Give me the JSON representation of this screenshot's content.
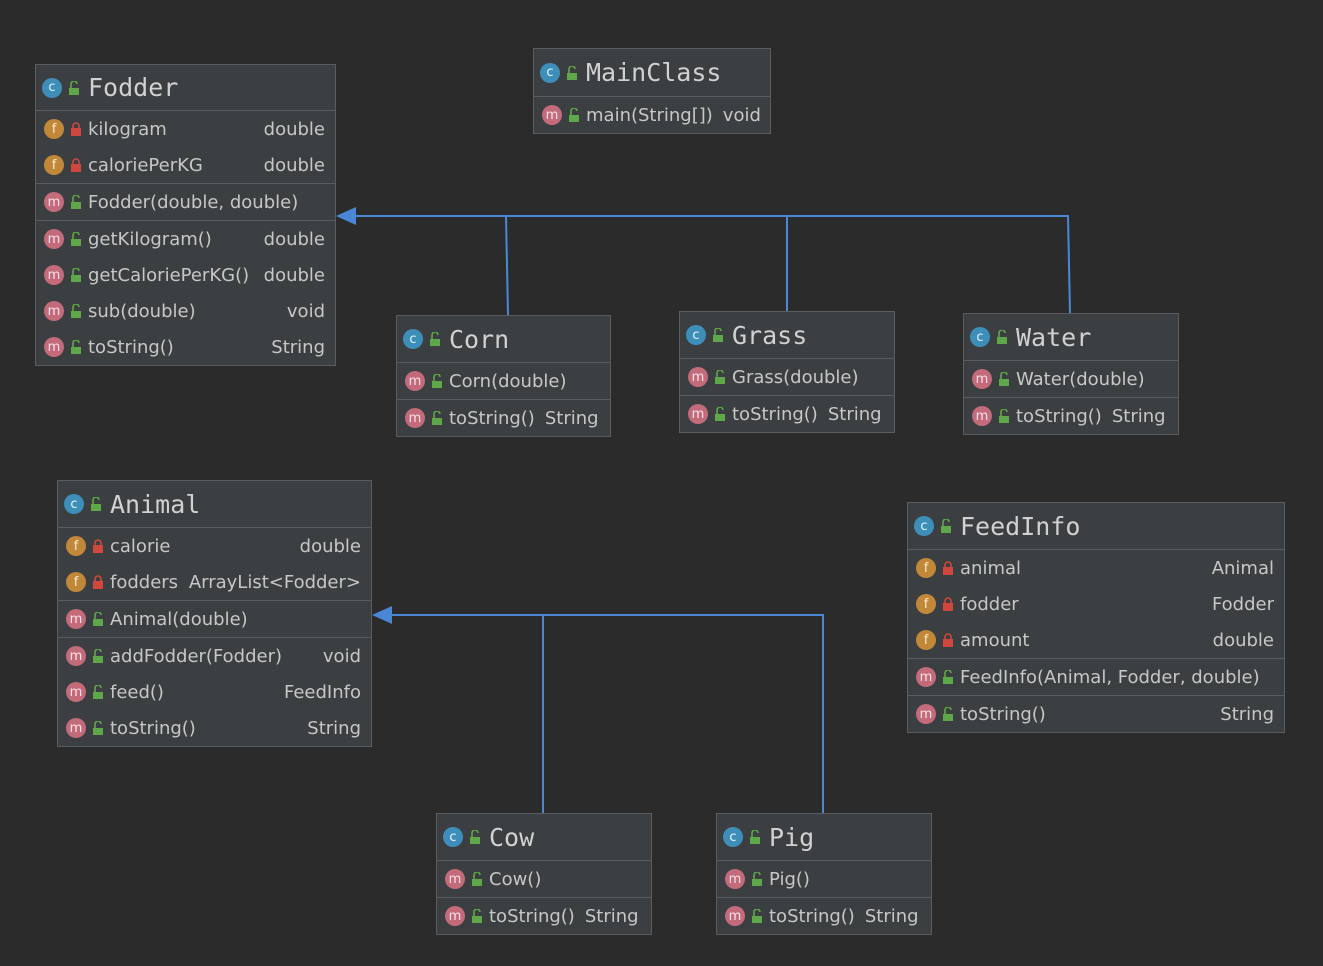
{
  "colors": {
    "background": "#2b2b2b",
    "box": "#3c3f41",
    "edge": "#4a88d6",
    "icon_class": "#3d8eb9",
    "icon_field": "#c1883a",
    "icon_method": "#c36a7b",
    "vis_public": "#5fa84a",
    "vis_private": "#d0483d"
  },
  "icons": {
    "class": "class-icon",
    "field": "field-icon",
    "method": "method-icon",
    "public": "public-lock-icon",
    "private": "private-lock-icon"
  },
  "icon_glyphs": {
    "class": "c",
    "field": "f",
    "method": "m"
  },
  "classes": [
    {
      "id": "fodder",
      "name": "Fodder",
      "sections": [
        [
          {
            "kind": "f",
            "vis": "private",
            "name": "kilogram",
            "type": "double"
          },
          {
            "kind": "f",
            "vis": "private",
            "name": "caloriePerKG",
            "type": "double"
          }
        ],
        [
          {
            "kind": "m",
            "vis": "public",
            "name": "Fodder(double, double)",
            "type": ""
          }
        ],
        [
          {
            "kind": "m",
            "vis": "public",
            "name": "getKilogram()",
            "type": "double"
          },
          {
            "kind": "m",
            "vis": "public",
            "name": "getCaloriePerKG()",
            "type": "double"
          },
          {
            "kind": "m",
            "vis": "public",
            "name": "sub(double)",
            "type": "void"
          },
          {
            "kind": "m",
            "vis": "public",
            "name": "toString()",
            "type": "String"
          }
        ]
      ]
    },
    {
      "id": "mainclass",
      "name": "MainClass",
      "sections": [
        [
          {
            "kind": "m",
            "vis": "public",
            "name": "main(String[])",
            "type": "void"
          }
        ]
      ]
    },
    {
      "id": "corn",
      "name": "Corn",
      "sections": [
        [
          {
            "kind": "m",
            "vis": "public",
            "name": "Corn(double)",
            "type": ""
          }
        ],
        [
          {
            "kind": "m",
            "vis": "public",
            "name": "toString()",
            "type": "String"
          }
        ]
      ]
    },
    {
      "id": "grass",
      "name": "Grass",
      "sections": [
        [
          {
            "kind": "m",
            "vis": "public",
            "name": "Grass(double)",
            "type": ""
          }
        ],
        [
          {
            "kind": "m",
            "vis": "public",
            "name": "toString()",
            "type": "String"
          }
        ]
      ]
    },
    {
      "id": "water",
      "name": "Water",
      "sections": [
        [
          {
            "kind": "m",
            "vis": "public",
            "name": "Water(double)",
            "type": ""
          }
        ],
        [
          {
            "kind": "m",
            "vis": "public",
            "name": "toString()",
            "type": "String"
          }
        ]
      ]
    },
    {
      "id": "animal",
      "name": "Animal",
      "sections": [
        [
          {
            "kind": "f",
            "vis": "private",
            "name": "calorie",
            "type": "double"
          },
          {
            "kind": "f",
            "vis": "private",
            "name": "fodders",
            "type": "ArrayList<Fodder>"
          }
        ],
        [
          {
            "kind": "m",
            "vis": "public",
            "name": "Animal(double)",
            "type": ""
          }
        ],
        [
          {
            "kind": "m",
            "vis": "public",
            "name": "addFodder(Fodder)",
            "type": "void"
          },
          {
            "kind": "m",
            "vis": "public",
            "name": "feed()",
            "type": "FeedInfo"
          },
          {
            "kind": "m",
            "vis": "public",
            "name": "toString()",
            "type": "String"
          }
        ]
      ]
    },
    {
      "id": "feedinfo",
      "name": "FeedInfo",
      "sections": [
        [
          {
            "kind": "f",
            "vis": "private",
            "name": "animal",
            "type": "Animal"
          },
          {
            "kind": "f",
            "vis": "private",
            "name": "fodder",
            "type": "Fodder"
          },
          {
            "kind": "f",
            "vis": "private",
            "name": "amount",
            "type": "double"
          }
        ],
        [
          {
            "kind": "m",
            "vis": "public",
            "name": "FeedInfo(Animal, Fodder, double)",
            "type": ""
          }
        ],
        [
          {
            "kind": "m",
            "vis": "public",
            "name": "toString()",
            "type": "String"
          }
        ]
      ]
    },
    {
      "id": "cow",
      "name": "Cow",
      "sections": [
        [
          {
            "kind": "m",
            "vis": "public",
            "name": "Cow()",
            "type": ""
          }
        ],
        [
          {
            "kind": "m",
            "vis": "public",
            "name": "toString()",
            "type": "String"
          }
        ]
      ]
    },
    {
      "id": "pig",
      "name": "Pig",
      "sections": [
        [
          {
            "kind": "m",
            "vis": "public",
            "name": "Pig()",
            "type": ""
          }
        ],
        [
          {
            "kind": "m",
            "vis": "public",
            "name": "toString()",
            "type": "String"
          }
        ]
      ]
    }
  ],
  "inheritance": [
    {
      "child": "corn",
      "parent": "fodder"
    },
    {
      "child": "grass",
      "parent": "fodder"
    },
    {
      "child": "water",
      "parent": "fodder"
    },
    {
      "child": "cow",
      "parent": "animal"
    },
    {
      "child": "pig",
      "parent": "animal"
    }
  ]
}
